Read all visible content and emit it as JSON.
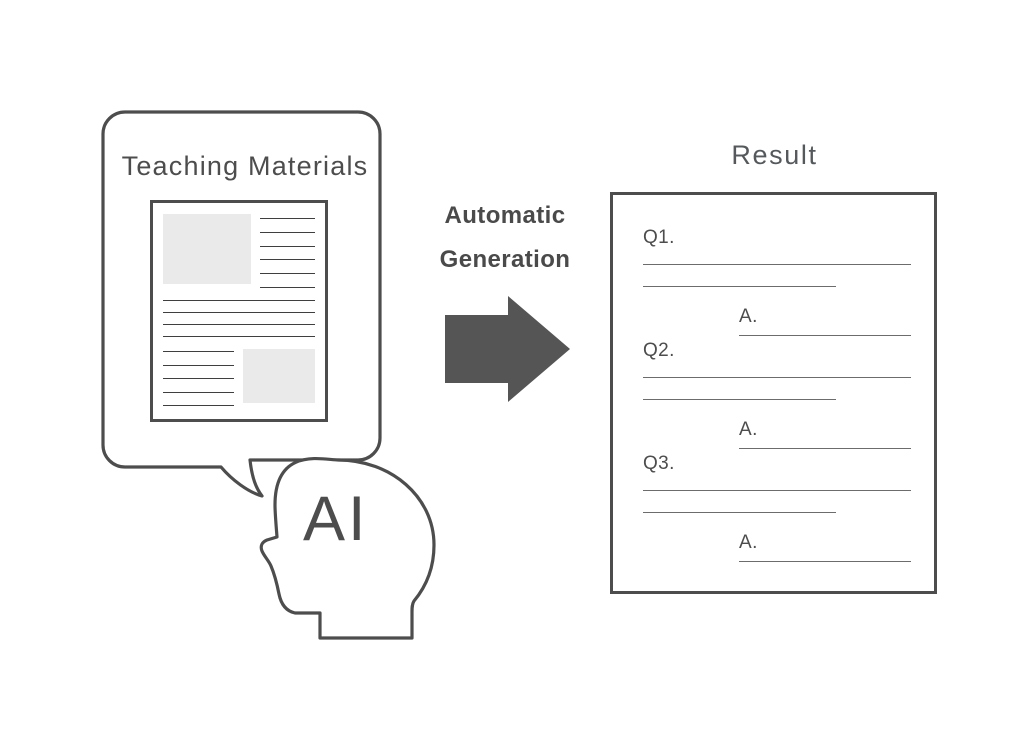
{
  "left_panel": {
    "title": "Teaching Materials",
    "document": {
      "top_section": {
        "image_block": "image-placeholder",
        "line_count": 6
      },
      "middle_section": {
        "line_count": 4
      },
      "bottom_section": {
        "image_block": "image-placeholder",
        "line_count": 5
      }
    },
    "agent": {
      "label": "AI",
      "icon": "head-profile-icon"
    }
  },
  "middle": {
    "label_line1": "Automatic",
    "label_line2": "Generation",
    "arrow_icon": "arrow-right-icon"
  },
  "right_panel": {
    "title": "Result",
    "questions": [
      {
        "question_label": "Q1.",
        "answer_label": "A."
      },
      {
        "question_label": "Q2.",
        "answer_label": "A."
      },
      {
        "question_label": "Q3.",
        "answer_label": "A."
      }
    ]
  },
  "colors": {
    "stroke": "#4d4d4d",
    "arrow_fill": "#555555",
    "image_block": "#eaeaea",
    "rule_line": "#6c6c6c",
    "background": "#ffffff"
  }
}
